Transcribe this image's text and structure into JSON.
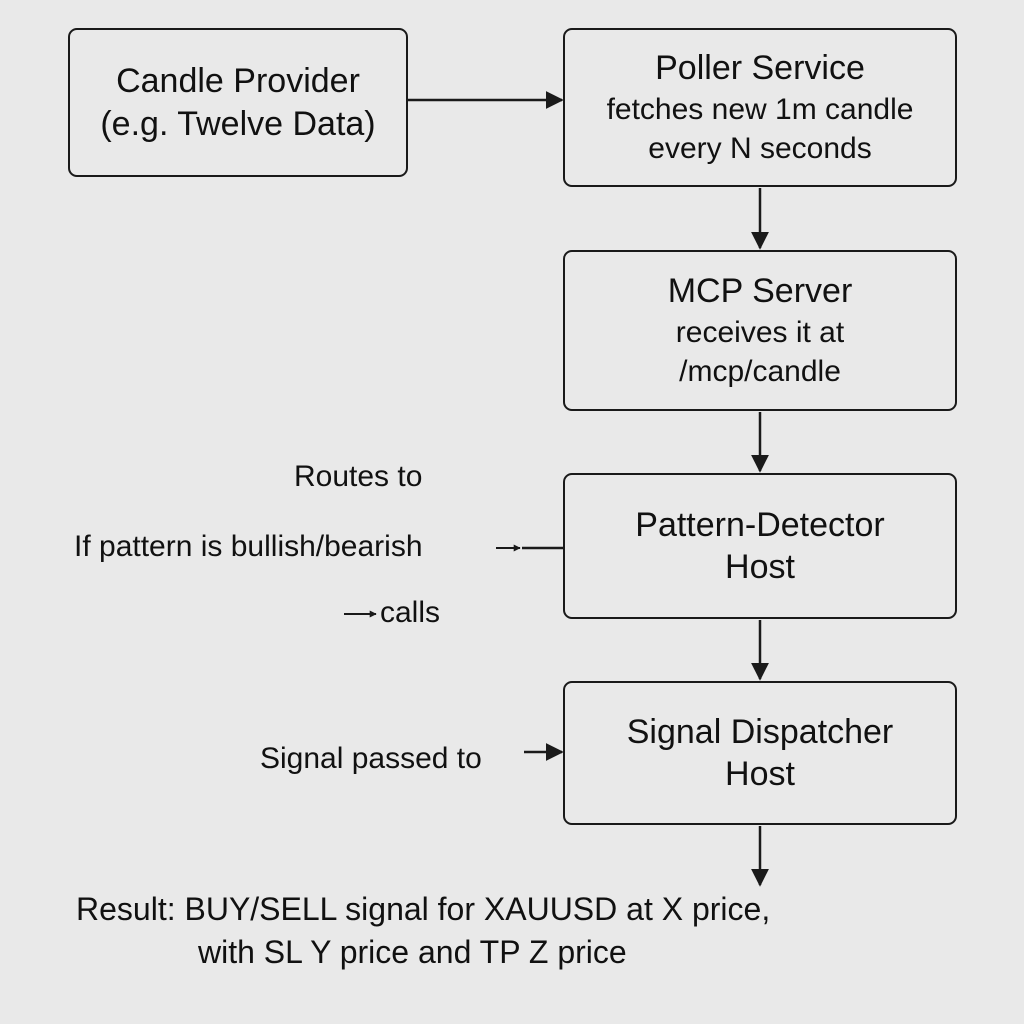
{
  "nodes": {
    "candle_provider": {
      "title": "Candle Provider",
      "subtitle": "(e.g. Twelve Data)"
    },
    "poller_service": {
      "title": "Poller Service",
      "line1": "fetches new 1m candle",
      "line2": "every N seconds"
    },
    "mcp_server": {
      "title": "MCP Server",
      "line1": "receives it at",
      "line2": "/mcp/candle"
    },
    "pattern_detector": {
      "title": "Pattern-Detector",
      "line2": "Host"
    },
    "signal_dispatcher": {
      "title": "Signal Dispatcher",
      "line2": "Host"
    }
  },
  "labels": {
    "routes_to": "Routes to",
    "if_pattern": "If pattern is bullish/bearish",
    "calls": "calls",
    "signal_passed_to": "Signal passed to"
  },
  "result": {
    "line1": "Result: BUY/SELL signal for XAUUSD at X price,",
    "line2": "with SL Y price and TP Z price"
  },
  "colors": {
    "stroke": "#1a1a1a",
    "background": "#e9e9e9"
  }
}
